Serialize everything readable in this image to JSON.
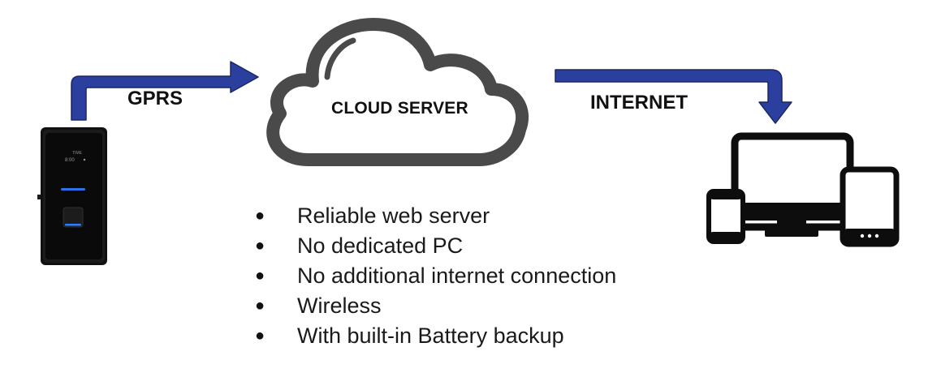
{
  "labels": {
    "gprs": "GPRS",
    "internet": "INTERNET",
    "cloud": "CLOUD SERVER"
  },
  "features": [
    "Reliable web server",
    "No dedicated PC",
    "No additional internet connection",
    "Wireless",
    "With built-in Battery backup"
  ],
  "colors": {
    "arrow_fill": "#2b3f9e",
    "arrow_edge": "#1b2766",
    "cloud_stroke": "#4a4a4a",
    "device_body": "#0d0d0d",
    "device_glow": "#2f7cff"
  },
  "icons": {
    "device": "biometric-terminal-icon",
    "cloud": "cloud-icon",
    "clients": "devices-icon"
  }
}
